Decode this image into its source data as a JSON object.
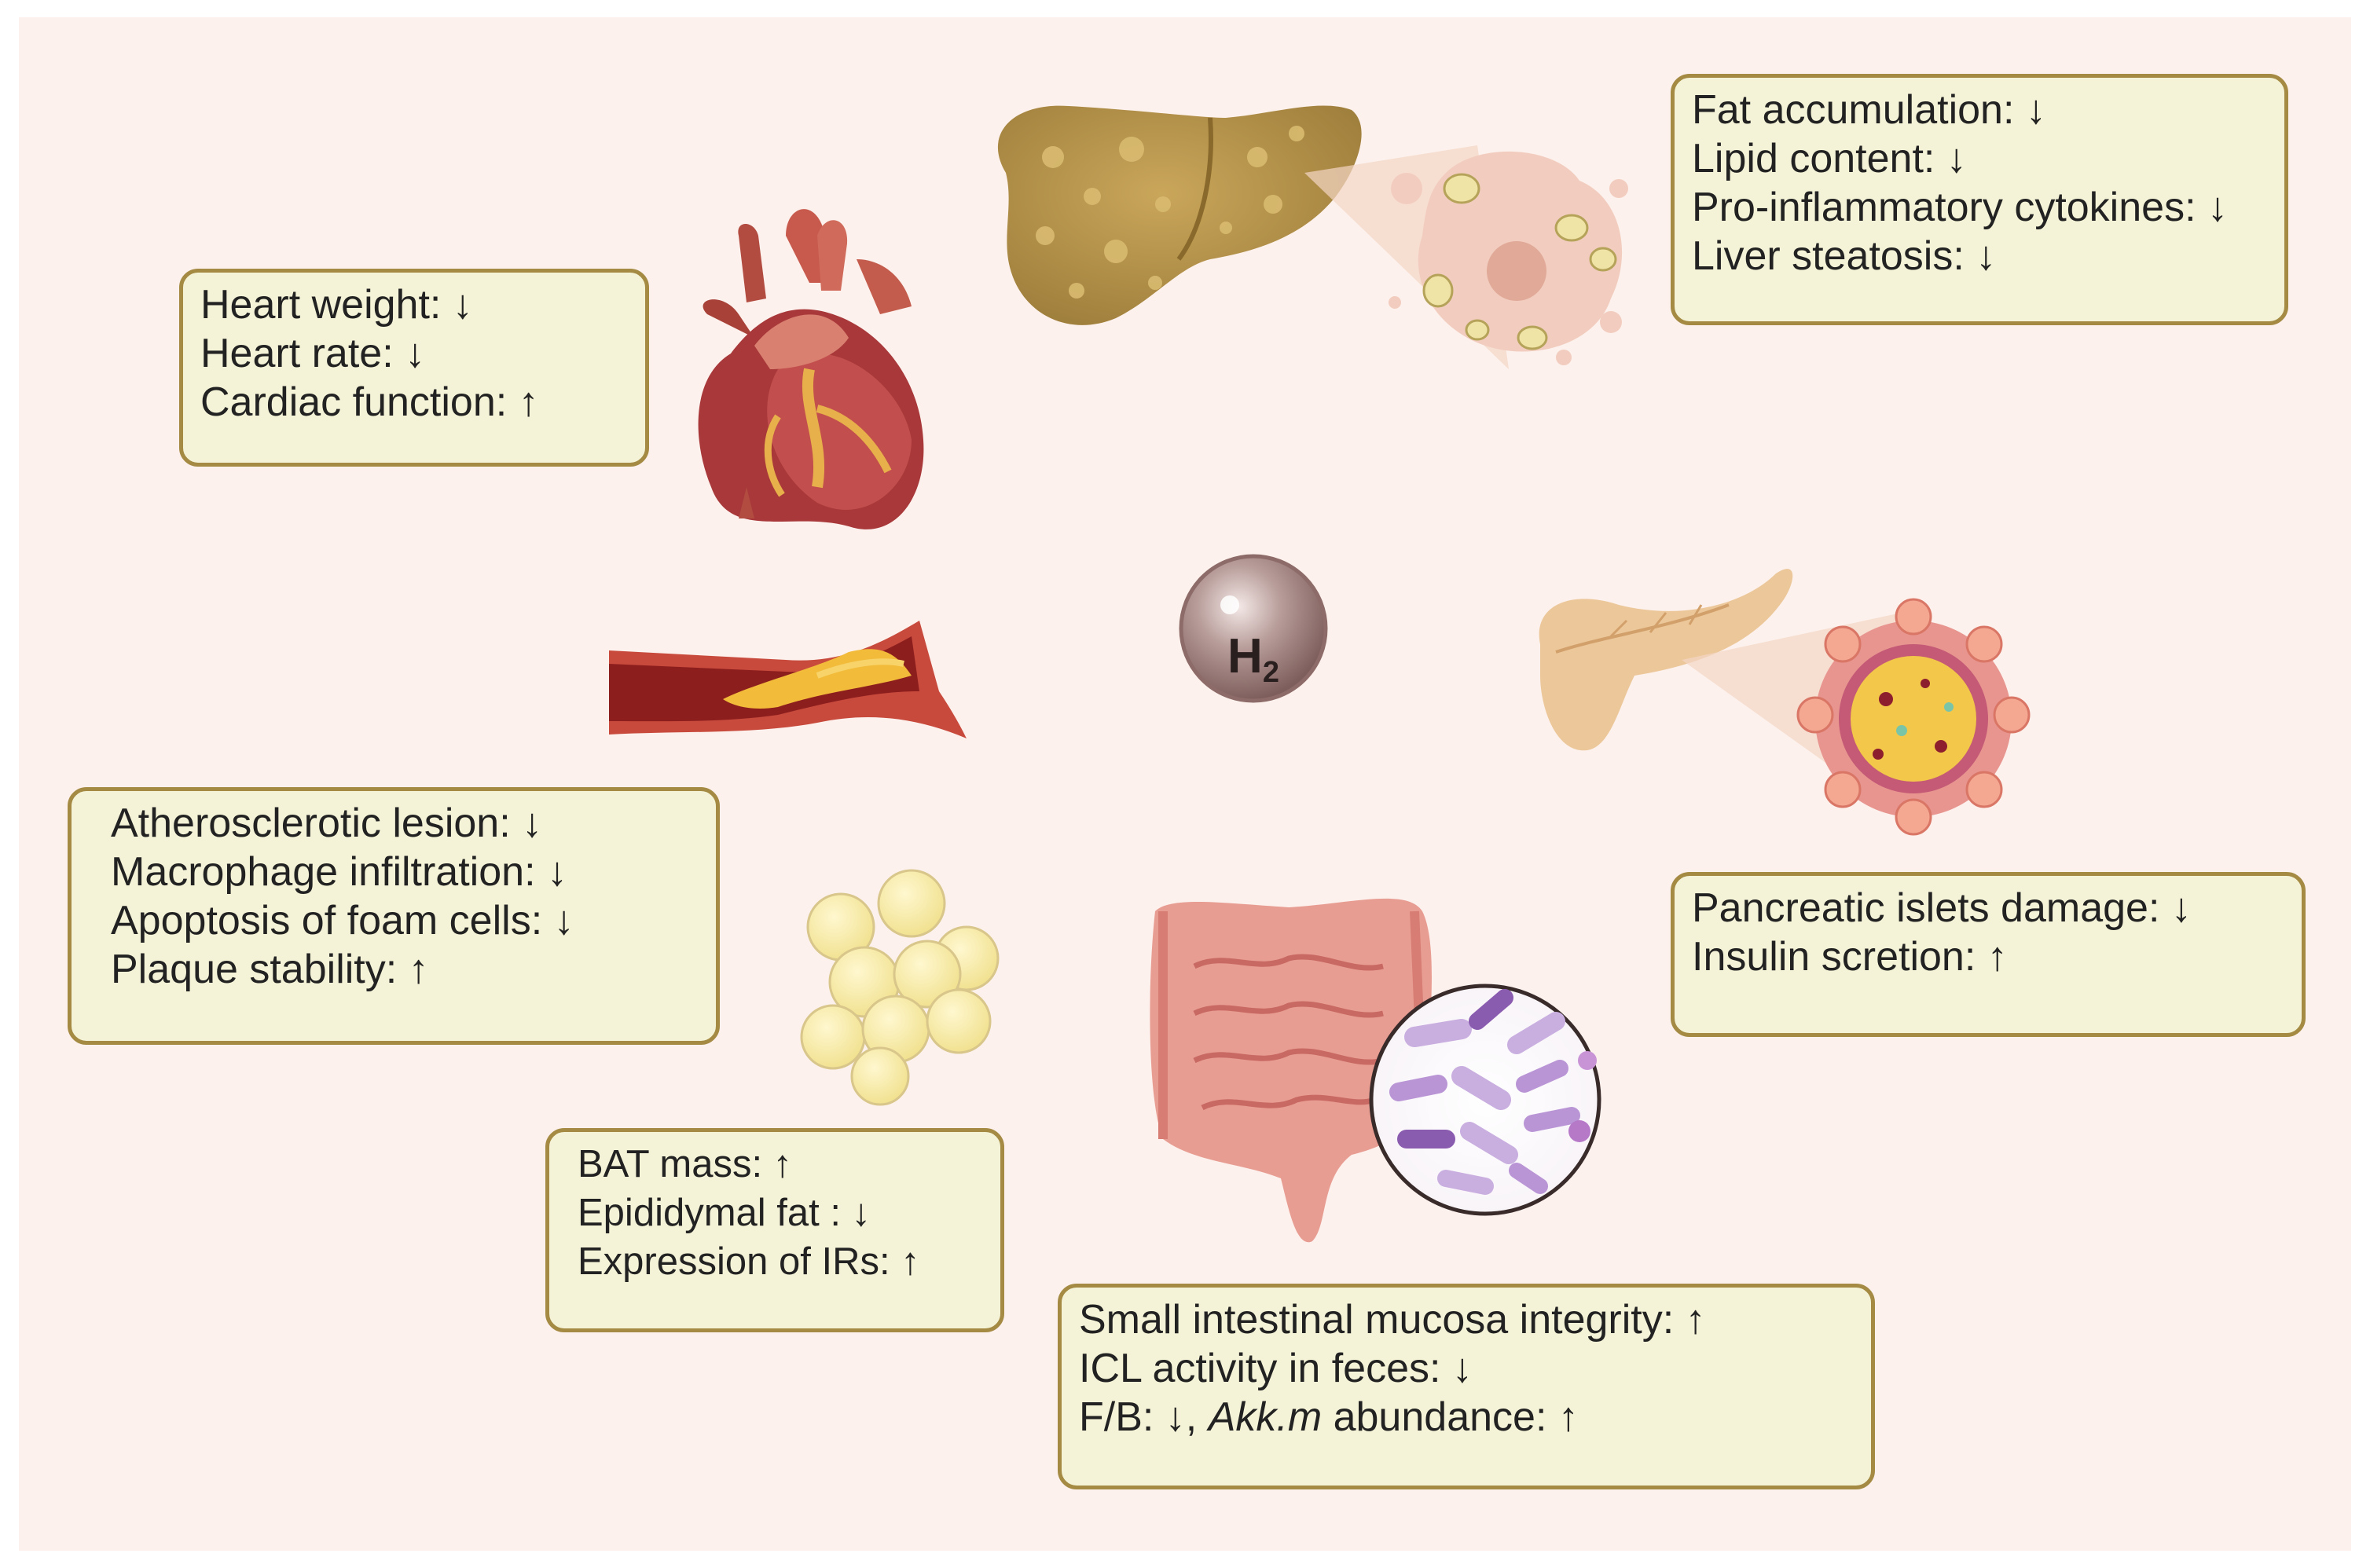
{
  "center": {
    "symbol": "H",
    "subscript": "2"
  },
  "heart": {
    "lines": [
      "Heart weight: ↓",
      "Heart rate: ↓",
      "Cardiac function: ↑"
    ]
  },
  "liver": {
    "lines": [
      "Fat accumulation: ↓",
      "Lipid content: ↓",
      "Pro-inflammatory cytokines: ↓",
      "Liver steatosis: ↓"
    ]
  },
  "artery": {
    "lines": [
      "Atherosclerotic lesion: ↓",
      "Macrophage infiltration: ↓",
      "Apoptosis of foam cells: ↓",
      "Plaque stability: ↑"
    ]
  },
  "pancreas": {
    "lines": [
      "Pancreatic islets damage: ↓",
      "Insulin scretion: ↑"
    ]
  },
  "adipose": {
    "lines": [
      "BAT mass: ↑",
      "Epididymal fat : ↓",
      "Expression of IRs: ↑"
    ]
  },
  "intestine": {
    "line1": "Small intestinal mucosa integrity: ↑",
    "line2": "ICL activity in feces: ↓",
    "line3_prefix": "F/B: ↓, ",
    "line3_italic": "Akk.m",
    "line3_suffix": " abundance: ↑"
  },
  "colors": {
    "background": "#fcf1ec",
    "box_fill": "#f4f3d7",
    "box_border": "#a48a43"
  },
  "icons": [
    "heart-illustration",
    "liver-illustration",
    "artery-illustration",
    "pancreas-illustration",
    "adipocytes-illustration",
    "intestine-illustration",
    "bacteria-illustration",
    "hydrogen-molecule-icon"
  ]
}
